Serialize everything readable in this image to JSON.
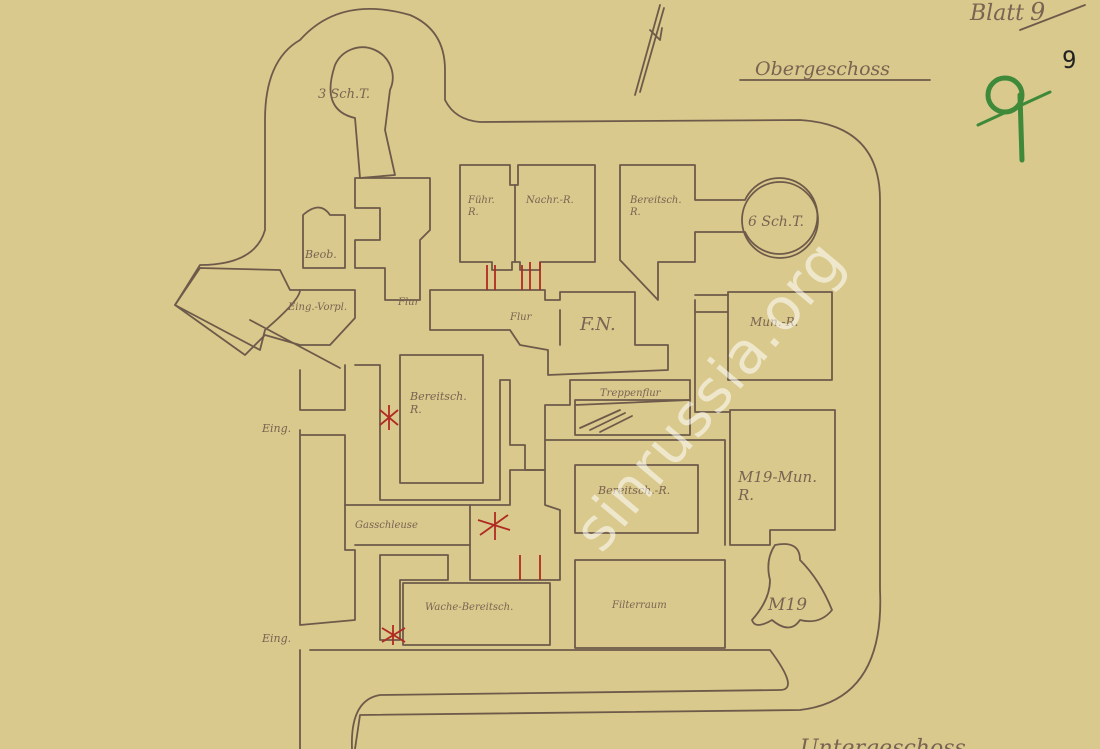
{
  "sheet": {
    "blatt_label": "Blatt",
    "blatt_old": "9",
    "blatt_typed": "9",
    "green_mark": "9",
    "floor_title": "Obergeschoss",
    "lower_floor_title": "Untergeschoss",
    "watermark": "sinrussia.org",
    "colors": {
      "paper": "#d9c98c",
      "pencil": "#6e5a4a",
      "doors": "#b02a22",
      "green": "#3f8a3a"
    }
  },
  "rooms": {
    "turret_3": "3 Sch.T.",
    "turret_6": "6 Sch.T.",
    "beob": "Beob.",
    "fuhr": "Führ.\nR.",
    "nachr": "Nachr.-R.",
    "bereitsch_top": "Bereitsch.\nR.",
    "eing_vorpl": "Eing.-Vorpl.",
    "flur_1": "Flur",
    "flur_2": "Flur",
    "fn": "F.N.",
    "mun": "Mun.-R.",
    "bereitsch_mid": "Bereitsch.\nR.",
    "treppenflur": "Treppenflur",
    "m19_mun": "M19-Mun.\nR.",
    "bereitsch_right": "Bereitsch.-R.",
    "gasschleuse": "Gasschleuse",
    "wache": "Wache-Bereitsch.",
    "filter": "Filterraum",
    "m19": "M19",
    "eing_1": "Eing.",
    "eing_2": "Eing."
  }
}
